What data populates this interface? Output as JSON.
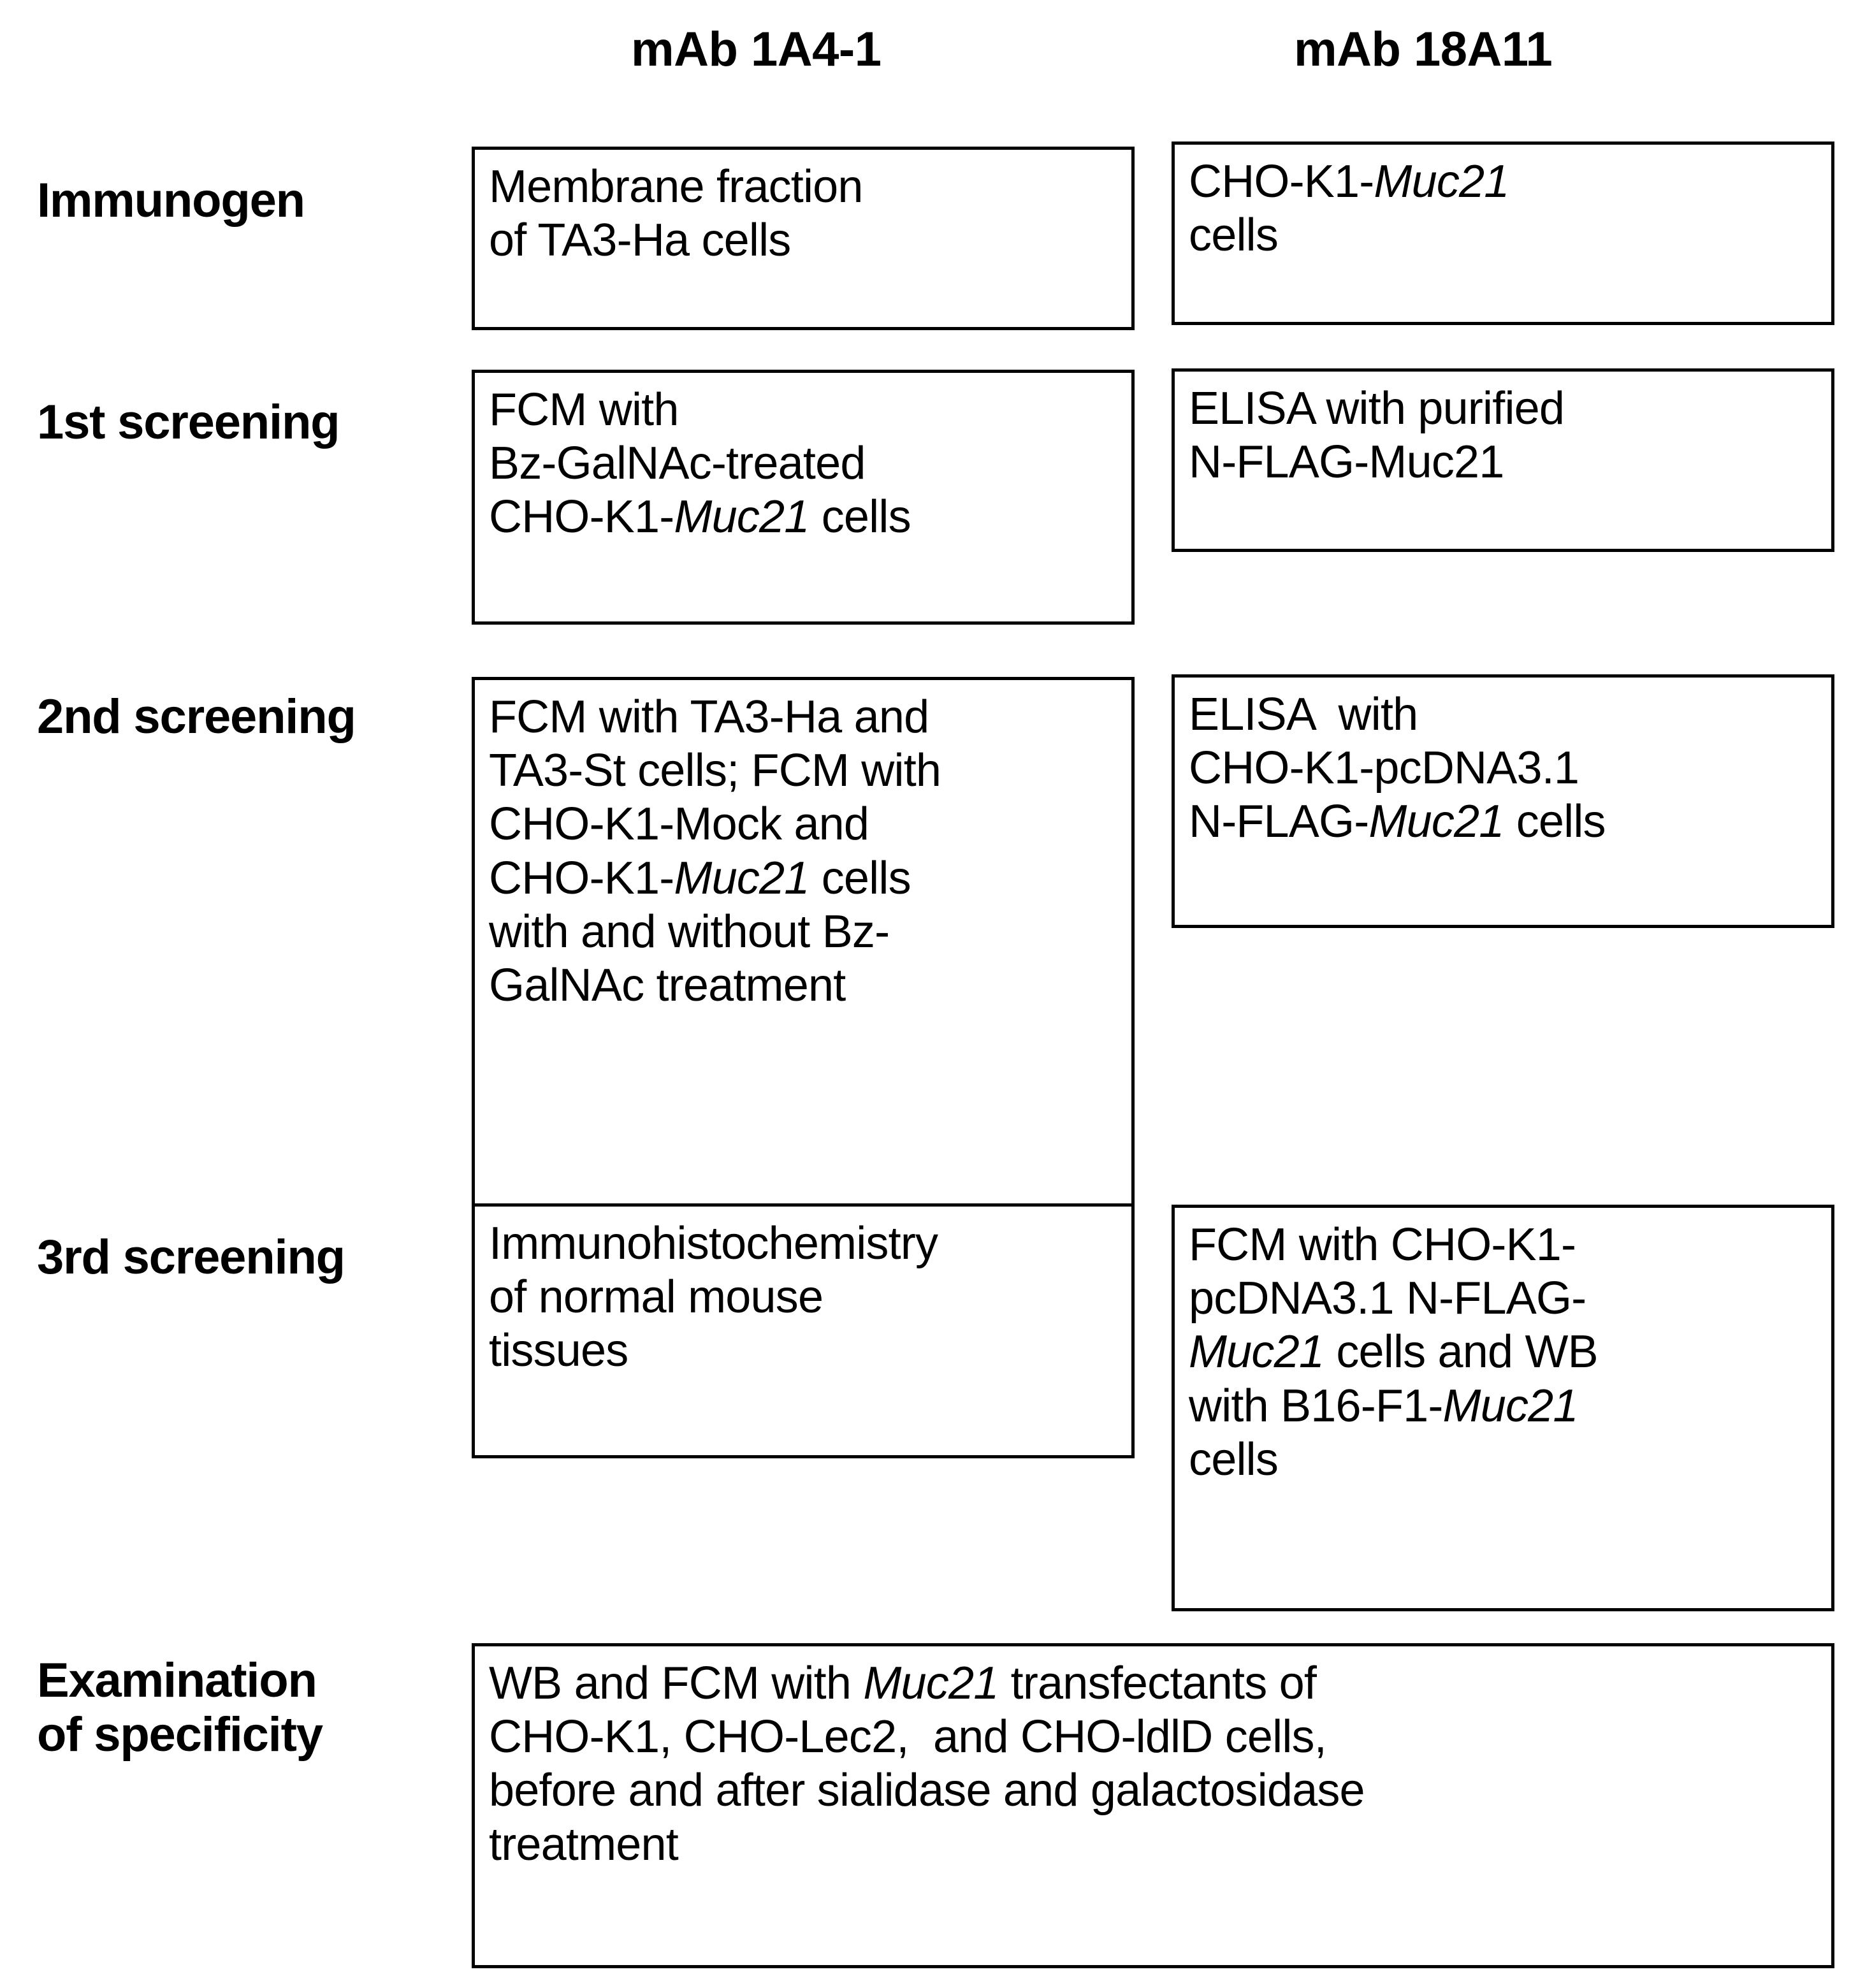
{
  "figure": {
    "title_row": {
      "col1_header": "mAb 1A4-1",
      "col2_header": "mAb 18A11"
    },
    "row_labels": {
      "immunogen": "Immunogen",
      "screening1": "1st screening",
      "screening2": "2nd screening",
      "screening3": "3rd screening",
      "specificity": "Examination\nof specificity"
    },
    "cells": {
      "immunogen_1a4": {
        "lines": [
          "Membrane fraction",
          "of TA3-Ha cells"
        ],
        "text": "Membrane fraction of TA3-Ha cells",
        "italic_terms": []
      },
      "immunogen_18a11": {
        "lines": [
          "CHO-K1-Muc21",
          "cells"
        ],
        "text": "CHO-K1-Muc21 cells",
        "italic_terms": [
          "Muc21"
        ]
      },
      "screening1_1a4": {
        "lines": [
          "FCM with",
          "Bz-GalNAc-treated",
          "CHO-K1-Muc21 cells"
        ],
        "text": "FCM with Bz-GalNAc-treated CHO-K1-Muc21 cells",
        "italic_terms": [
          "Muc21"
        ]
      },
      "screening1_18a11": {
        "lines": [
          "ELISA with purified",
          "N-FLAG-Muc21"
        ],
        "text": "ELISA with purified N-FLAG-Muc21",
        "italic_terms": []
      },
      "screening2_1a4": {
        "lines": [
          "FCM with TA3-Ha and",
          "TA3-St cells; FCM with",
          "CHO-K1-Mock and",
          "CHO-K1-Muc21 cells",
          "with and without Bz-",
          "GalNAc treatment"
        ],
        "text": "FCM with TA3-Ha and TA3-St cells; FCM with CHO-K1-Mock and CHO-K1-Muc21 cells with and without Bz-GalNAc treatment",
        "italic_terms": [
          "Muc21"
        ]
      },
      "screening2_18a11": {
        "lines": [
          "ELISA  with",
          "CHO-K1-pcDNA3.1",
          "N-FLAG-Muc21 cells"
        ],
        "text": "ELISA  with CHO-K1-pcDNA3.1 N-FLAG-Muc21 cells",
        "italic_terms": [
          "Muc21"
        ]
      },
      "screening3_1a4": {
        "lines": [
          "Immunohistochemistry",
          "of normal mouse",
          "tissues"
        ],
        "text": "Immunohistochemistry of normal mouse tissues",
        "italic_terms": []
      },
      "screening3_18a11": {
        "lines": [
          "FCM with CHO-K1-",
          "pcDNA3.1 N-FLAG-",
          "Muc21 cells and WB",
          "with B16-F1-Muc21",
          "cells"
        ],
        "text": "FCM with CHO-K1-pcDNA3.1 N-FLAG-Muc21 cells and WB with B16-F1-Muc21 cells",
        "italic_terms": [
          "Muc21"
        ]
      },
      "specificity_both": {
        "lines": [
          "WB and FCM with Muc21 transfectants of",
          "CHO-K1, CHO-Lec2,  and CHO-ldlD cells,",
          "before and after sialidase and galactosidase",
          "treatment"
        ],
        "text": "WB and FCM with Muc21 transfectants of CHO-K1, CHO-Lec2,  and CHO-ldlD cells, before and after sialidase and galactosidase treatment",
        "italic_terms": [
          "Muc21"
        ]
      }
    },
    "colors": {
      "background": "#ffffff",
      "text": "#000000",
      "box_border": "#000000"
    }
  }
}
